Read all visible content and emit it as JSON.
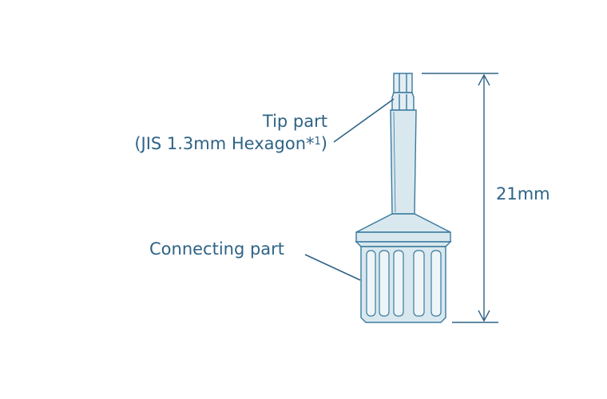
{
  "labels": {
    "tip_part": {
      "line1": "Tip part",
      "line2": "(JIS 1.3mm Hexagon*",
      "footnote": "1",
      "line2_close": ")"
    },
    "connecting_part": "Connecting part",
    "dimension": "21mm"
  },
  "colors": {
    "outline": "#3a7a9e",
    "fill": "#d9e8ef",
    "fill_light": "#e6f0f5",
    "text": "#2e6386",
    "dimension_line": "#2e6386"
  }
}
